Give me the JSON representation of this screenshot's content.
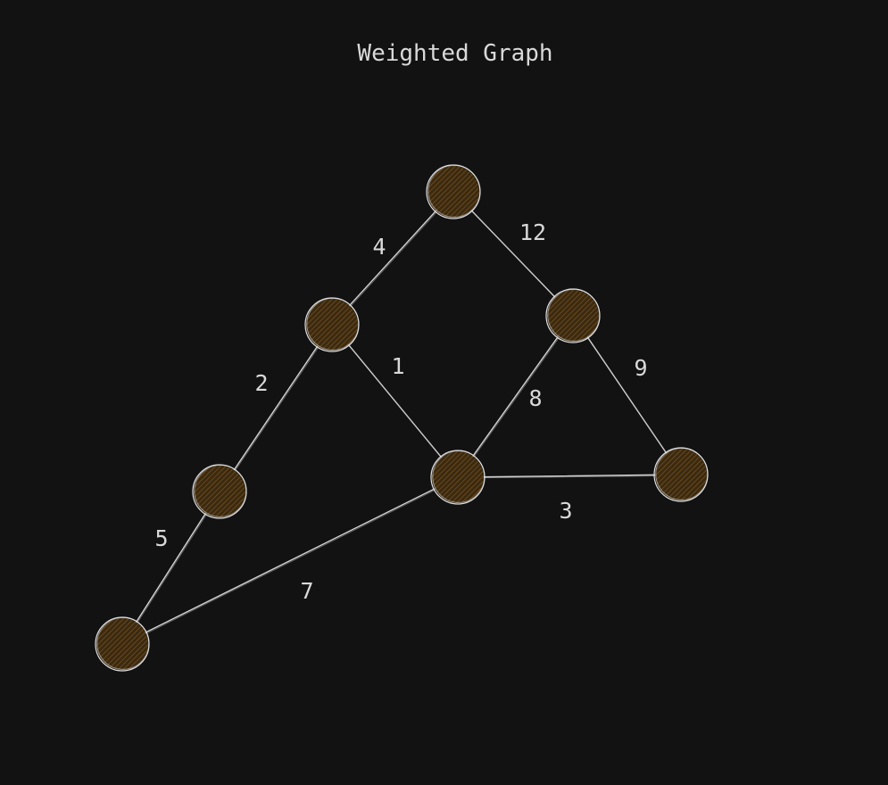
{
  "title": "Weighted Graph",
  "colors": {
    "background": "#121212",
    "node_fill": "#3a2a12",
    "node_hatch": "#8a5a1c",
    "stroke": "#d6d6d6",
    "text": "#d9d9d9"
  },
  "nodes": [
    {
      "id": "n-top"
    },
    {
      "id": "n-left-mid"
    },
    {
      "id": "n-right-mid"
    },
    {
      "id": "n-left-low"
    },
    {
      "id": "n-center"
    },
    {
      "id": "n-right"
    },
    {
      "id": "n-bottom-left"
    }
  ],
  "edges": [
    {
      "from": "n-top",
      "to": "n-left-mid",
      "weight": "4"
    },
    {
      "from": "n-top",
      "to": "n-right-mid",
      "weight": "12"
    },
    {
      "from": "n-left-mid",
      "to": "n-left-low",
      "weight": "2"
    },
    {
      "from": "n-left-mid",
      "to": "n-center",
      "weight": "1"
    },
    {
      "from": "n-right-mid",
      "to": "n-center",
      "weight": "8"
    },
    {
      "from": "n-right-mid",
      "to": "n-right",
      "weight": "9"
    },
    {
      "from": "n-center",
      "to": "n-right",
      "weight": "3"
    },
    {
      "from": "n-left-low",
      "to": "n-bottom-left",
      "weight": "5"
    },
    {
      "from": "n-center",
      "to": "n-bottom-left",
      "weight": "7"
    }
  ]
}
